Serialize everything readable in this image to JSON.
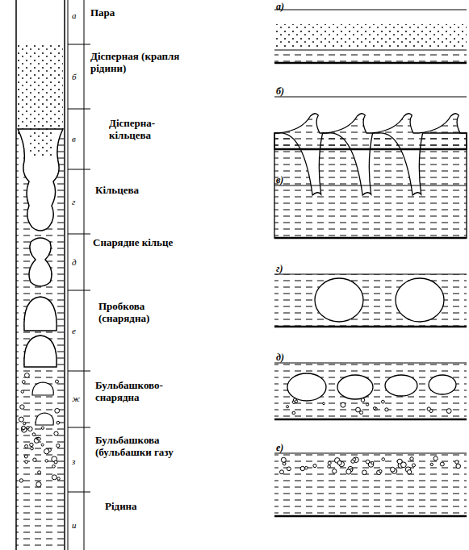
{
  "diagram": {
    "labels": [
      "Пара",
      "Дісперная (крапля рідини)",
      "Дісперна-кільцева",
      "Кільцева",
      "Снарядне кільце",
      "Пробкова (снарядна)",
      "Бульбашково-снарядна",
      "Бульбашкова (бульбашки газу",
      "Рідина",
      "а",
      "б",
      "в",
      "г",
      "д",
      "е",
      "ж",
      "з",
      "и",
      "а)",
      "б)",
      "в)",
      "г)",
      "д)",
      "е)"
    ]
  }
}
